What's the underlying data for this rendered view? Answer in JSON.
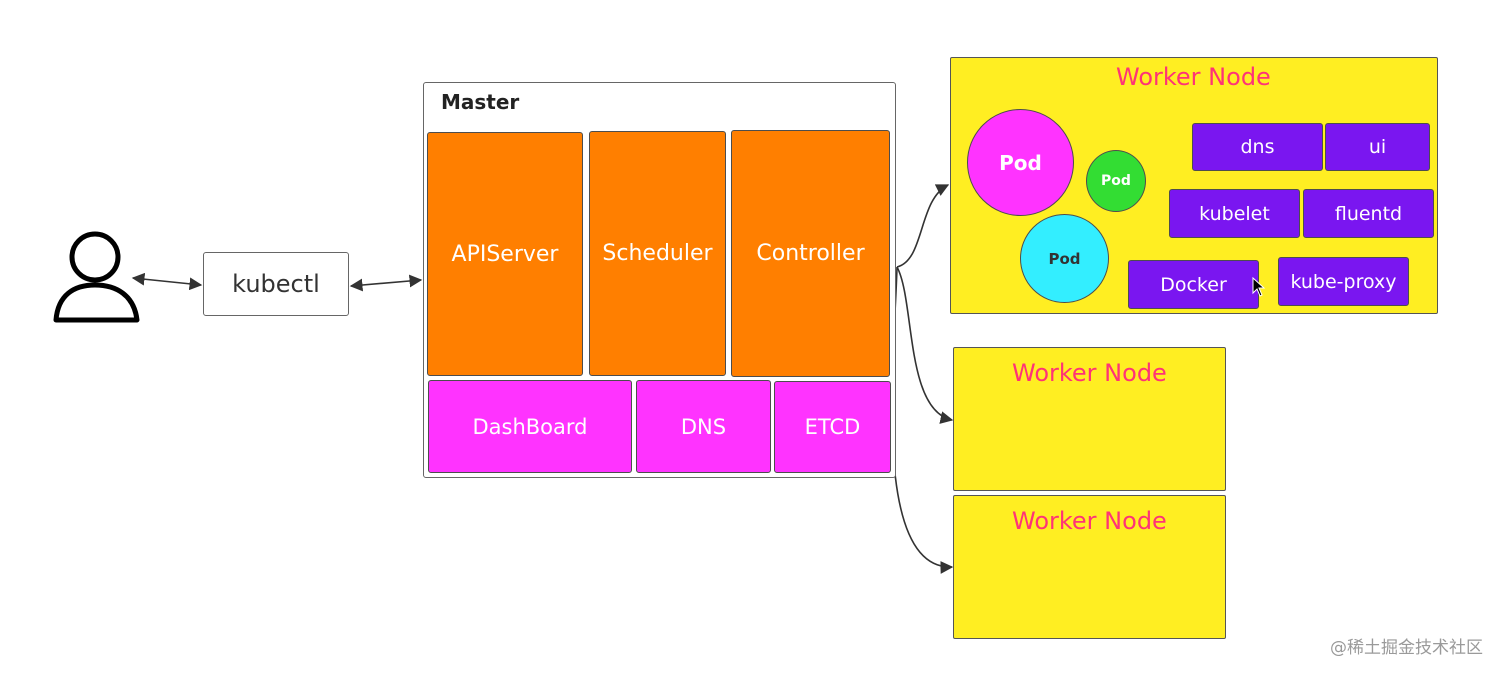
{
  "user": {
    "icon": "user-icon"
  },
  "kubectl": {
    "label": "kubectl"
  },
  "master": {
    "title": "Master",
    "components": [
      "APIServer",
      "Scheduler",
      "Controller"
    ],
    "addons": [
      "DashBoard",
      "DNS",
      "ETCD"
    ]
  },
  "worker_nodes": [
    {
      "title": "Worker Node",
      "pods": [
        "Pod",
        "Pod",
        "Pod"
      ],
      "components": [
        "dns",
        "ui",
        "kubelet",
        "fluentd",
        "Docker",
        "kube-proxy"
      ]
    },
    {
      "title": "Worker Node"
    },
    {
      "title": "Worker Node"
    }
  ],
  "watermark": "@稀土掘金技术社区",
  "colors": {
    "component": "#ff7f00",
    "addon": "#ff33ff",
    "worker_node": "#ffee22",
    "worker_title": "#ff3377",
    "worker_component": "#7a16f0",
    "pod_large": "#ff33ff",
    "pod_small": "#33dd33",
    "pod_medium": "#33eeff"
  }
}
